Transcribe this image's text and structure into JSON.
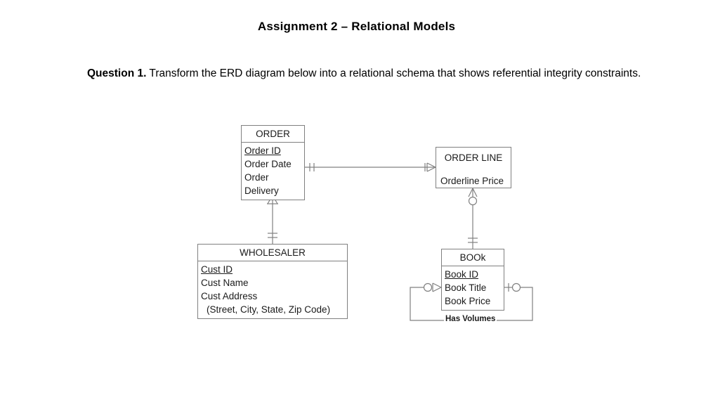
{
  "document": {
    "title": "Assignment 2 – Relational Models",
    "question_label": "Question 1.",
    "question_text": " Transform the ERD diagram below into a relational schema that shows referential integrity constraints."
  },
  "diagram": {
    "type": "erd-crows-foot",
    "line_color": "#808080",
    "text_color": "#1a1a1a",
    "entities": [
      {
        "name": "ORDER",
        "title_rule": true,
        "attributes": [
          {
            "label": "Order ID",
            "primary_key": true
          },
          {
            "label": "Order Date",
            "primary_key": false
          },
          {
            "label": "Order",
            "primary_key": false
          },
          {
            "label": "Delivery",
            "primary_key": false
          }
        ]
      },
      {
        "name": "ORDER LINE",
        "title_rule": false,
        "attributes": [
          {
            "label": "Orderline Price",
            "primary_key": false
          }
        ]
      },
      {
        "name": "WHOLESALER",
        "title_rule": true,
        "attributes": [
          {
            "label": "Cust ID",
            "primary_key": true
          },
          {
            "label": "Cust Name",
            "primary_key": false
          },
          {
            "label": "Cust Address",
            "primary_key": false
          },
          {
            "label": "(Street, City, State, Zip Code)",
            "primary_key": false,
            "continuation": true
          }
        ]
      },
      {
        "name": "BOOk",
        "title_rule": true,
        "attributes": [
          {
            "label": "Book ID",
            "primary_key": true
          },
          {
            "label": "Book Title",
            "primary_key": false
          },
          {
            "label": "Book Price",
            "primary_key": false
          }
        ]
      }
    ],
    "relationships": [
      {
        "id": "order-orderline",
        "from": "ORDER",
        "to": "ORDER LINE",
        "from_cardinality": "one-and-only-one",
        "to_cardinality": "one-or-many",
        "label": ""
      },
      {
        "id": "order-wholesaler",
        "from": "ORDER",
        "to": "WHOLESALER",
        "from_cardinality": "one-or-many",
        "to_cardinality": "one-and-only-one",
        "label": ""
      },
      {
        "id": "orderline-book",
        "from": "ORDER LINE",
        "to": "BOOk",
        "from_cardinality": "zero-or-many",
        "to_cardinality": "one-and-only-one",
        "label": ""
      },
      {
        "id": "book-book",
        "from": "BOOk",
        "to": "BOOk",
        "from_cardinality": "zero-or-many",
        "to_cardinality": "zero-or-one",
        "label": "Has Volumes"
      }
    ]
  }
}
